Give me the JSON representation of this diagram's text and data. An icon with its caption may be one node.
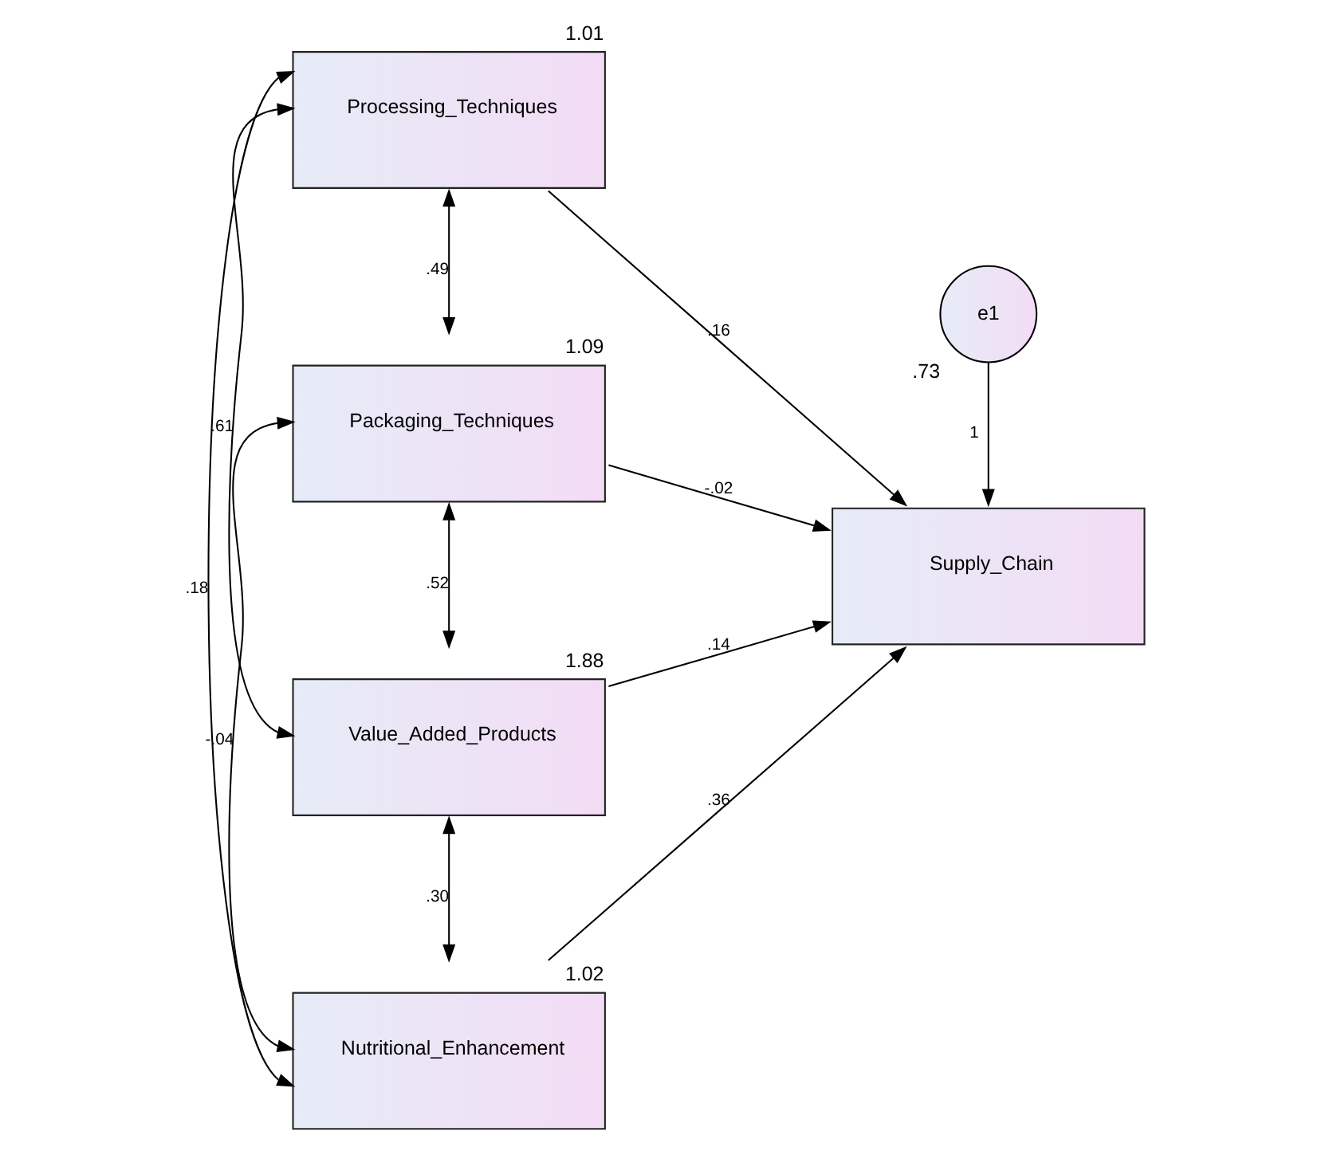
{
  "diagram": {
    "nodes": [
      {
        "text": [
          "Processing_Techniques"
        ],
        "beside": [
          "1.01"
        ]
      },
      {
        "text": [
          "e1"
        ],
        "beside": [
          ".73"
        ]
      },
      {
        "text": [
          "Packaging_Techniques"
        ],
        "beside": [
          "1.09"
        ]
      },
      {
        "text": [
          "Supply_Chain"
        ]
      },
      {
        "text": [
          "Value_Added_Products"
        ],
        "beside": [
          "1.88"
        ]
      },
      {
        "text": [
          "Nutritional_Enhancement"
        ],
        "beside": [
          "1.02"
        ]
      }
    ],
    "edges": [
      {
        "from": 0,
        "to": 3,
        "arrow": "to",
        "label": ".16"
      },
      {
        "from": 2,
        "to": 3,
        "arrow": "to",
        "label": "-.02"
      },
      {
        "from": 4,
        "to": 3,
        "arrow": "to",
        "label": ".14"
      },
      {
        "from": 5,
        "to": 3,
        "arrow": "to",
        "label": ".36"
      },
      {
        "from": 1,
        "to": 3,
        "arrow": "to",
        "label": "1"
      },
      {
        "from": 0,
        "to": 2,
        "arrow": "both",
        "label": ".49"
      },
      {
        "from": 0,
        "to": 4,
        "arrow": "both",
        "label": ".61"
      },
      {
        "from": 0,
        "to": 5,
        "arrow": "both",
        "label": ".18"
      },
      {
        "from": 2,
        "to": 4,
        "arrow": "both",
        "label": ".52"
      },
      {
        "from": 2,
        "to": 5,
        "arrow": "both",
        "label": "-.04"
      },
      {
        "from": 4,
        "to": 5,
        "arrow": "both",
        "label": ".30"
      }
    ]
  }
}
